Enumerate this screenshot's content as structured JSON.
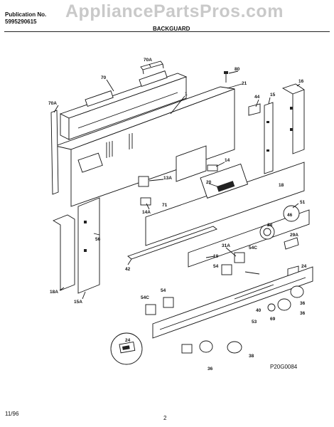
{
  "header": {
    "publication_label": "Publication No.",
    "publication_number": "5995290615",
    "section_title": "BACKGUARD"
  },
  "watermark": "AppliancePartsPros.com",
  "footer": {
    "date": "11/96",
    "page": "2",
    "drawing_code": "P20G0084"
  },
  "callouts": [
    "70A",
    "70",
    "80",
    "21",
    "1",
    "44",
    "16",
    "70A",
    "15",
    "14",
    "13A",
    "20",
    "18",
    "51",
    "14A",
    "71",
    "56",
    "46",
    "28",
    "29A",
    "31A",
    "54C",
    "19",
    "42",
    "54",
    "24",
    "18A",
    "15A",
    "54C",
    "54",
    "36",
    "69",
    "36",
    "53",
    "40",
    "24",
    "36",
    "38"
  ]
}
